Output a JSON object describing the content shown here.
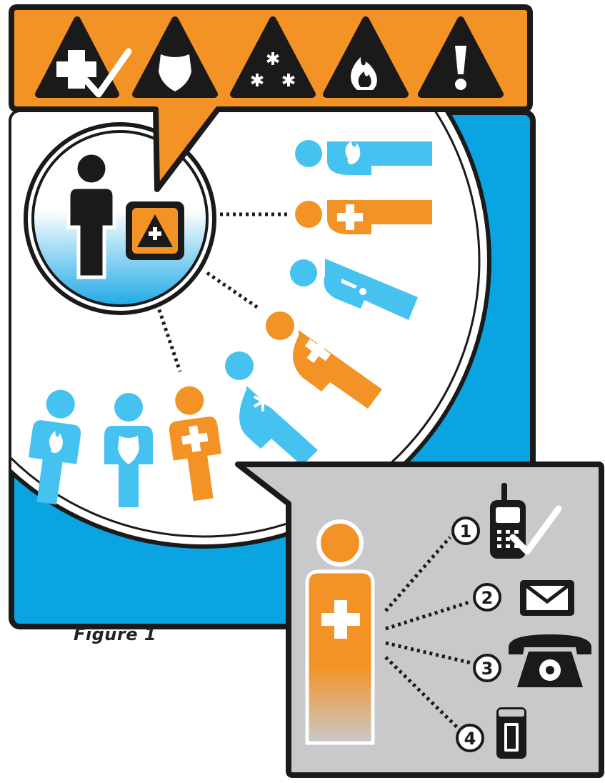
{
  "caption": "Figure 1",
  "colors": {
    "orange": "#F39325",
    "blue": "#45C2EF",
    "panel_blue": "#0BA4E2",
    "black": "#1A1A1A",
    "gray": "#C9C9CB",
    "white": "#FFFFFF"
  },
  "alert_types": [
    {
      "name": "medical-check-icon"
    },
    {
      "name": "police-shield-icon"
    },
    {
      "name": "snowflake-weather-icon"
    },
    {
      "name": "fire-icon"
    },
    {
      "name": "exclamation-warning-icon"
    }
  ],
  "contact_methods": [
    {
      "number": "1",
      "name": "mobile-phone-check-icon"
    },
    {
      "number": "2",
      "name": "email-envelope-icon"
    },
    {
      "number": "3",
      "name": "desk-telephone-icon"
    },
    {
      "number": "4",
      "name": "pager-icon"
    }
  ]
}
